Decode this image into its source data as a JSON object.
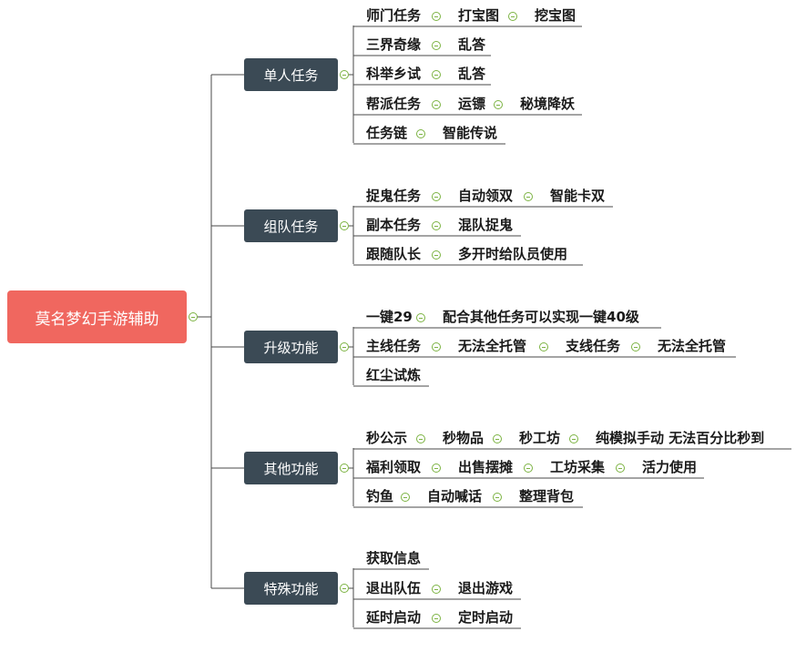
{
  "root": {
    "label": "莫名梦幻手游辅助"
  },
  "branches": [
    {
      "label": "单人任务",
      "rows": [
        [
          "师门任务",
          "打宝图",
          "挖宝图"
        ],
        [
          "三界奇缘",
          "乱答"
        ],
        [
          "科举乡试",
          "乱答"
        ],
        [
          "帮派任务",
          "运镖",
          "秘境降妖"
        ],
        [
          "任务链",
          "智能传说"
        ]
      ]
    },
    {
      "label": "组队任务",
      "rows": [
        [
          "捉鬼任务",
          "自动领双",
          "智能卡双"
        ],
        [
          "副本任务",
          "混队捉鬼"
        ],
        [
          "跟随队长",
          "多开时给队员使用"
        ]
      ]
    },
    {
      "label": "升级功能",
      "rows": [
        [
          "一键29",
          "配合其他任务可以实现一键40级"
        ],
        [
          "主线任务",
          "无法全托管",
          "支线任务",
          "无法全托管"
        ],
        [
          "红尘试炼"
        ]
      ]
    },
    {
      "label": "其他功能",
      "rows": [
        [
          "秒公示",
          "秒物品",
          "秒工坊",
          "纯模拟手动 无法百分比秒到"
        ],
        [
          "福利领取",
          "出售摆摊",
          "工坊采集",
          "活力使用"
        ],
        [
          "钓鱼",
          "自动喊话",
          "整理背包"
        ]
      ]
    },
    {
      "label": "特殊功能",
      "rows": [
        [
          "获取信息"
        ],
        [
          "退出队伍",
          "退出游戏"
        ],
        [
          "延时启动",
          "定时启动"
        ]
      ]
    }
  ]
}
